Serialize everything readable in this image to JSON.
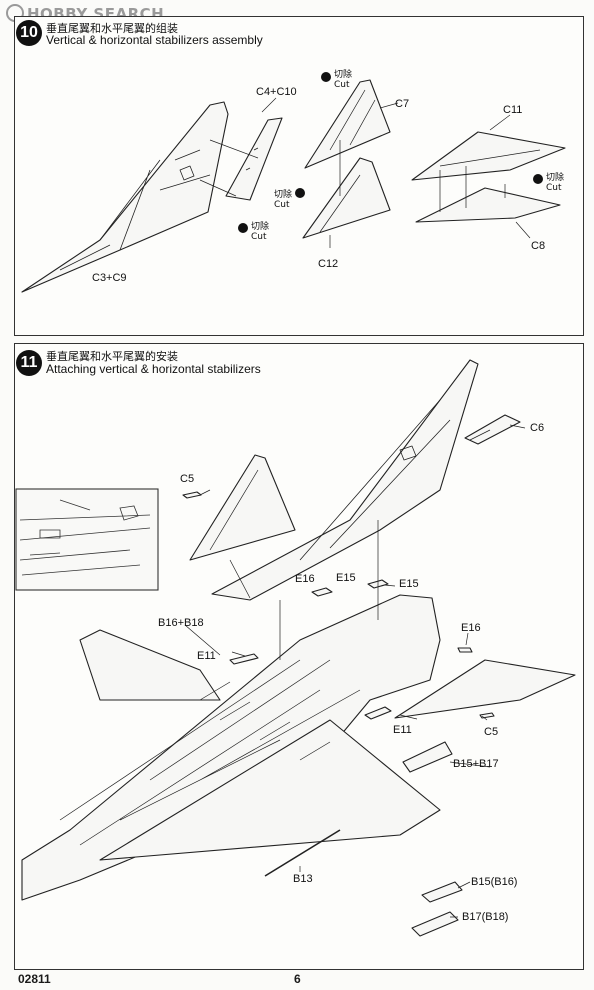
{
  "watermark": {
    "text": "HOBBY SEARCH"
  },
  "step10": {
    "number": "10",
    "title_cn": "垂直尾翼和水平尾翼的组装",
    "title_en": "Vertical & horizontal stabilizers assembly",
    "labels": {
      "c4c10": "C4+C10",
      "c7": "C7",
      "c11": "C11",
      "c3c9": "C3+C9",
      "c12": "C12",
      "c8": "C8"
    },
    "cut_cn": "切除",
    "cut_en": "Cut"
  },
  "step11": {
    "number": "11",
    "title_cn": "垂直尾翼和水平尾翼的安装",
    "title_en": "Attaching vertical & horizontal stabilizers",
    "labels": {
      "c6": "C6",
      "c5_left": "C5",
      "e16_top": "E16",
      "e15_a": "E15",
      "e15_b": "E15",
      "b16b18": "B16+B18",
      "e16_right": "E16",
      "e11_left": "E11",
      "e11_bottom": "E11",
      "c5_right": "C5",
      "b15b17": "B15+B17",
      "b13": "B13",
      "b15b16": "B15(B16)",
      "b17b18": "B17(B18)"
    }
  },
  "footer": {
    "code": "02811",
    "page": "6"
  }
}
